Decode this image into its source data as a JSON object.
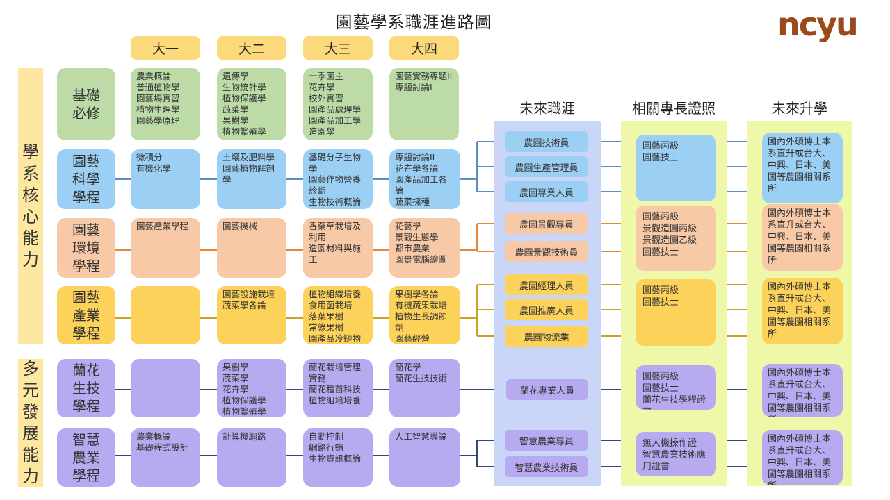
{
  "title": "園藝學系職涯進路圖",
  "logo": "ncyu",
  "years": [
    "大一",
    "大二",
    "大三",
    "大四"
  ],
  "headers": {
    "career": "未來職涯",
    "cert": "相關專長證照",
    "study": "未來升學"
  },
  "sidebar": {
    "core": "學系核心能力",
    "diverse": "多元發展能力"
  },
  "rows": [
    {
      "program": "基礎必修",
      "courses": [
        "農業概論\n普通植物學\n園藝場實習\n植物生理學\n園藝學原理",
        "遺傳學\n生物統計學\n植物保護學\n蔬菜學\n果樹學\n植物繁殖學",
        "一季園主\n花卉學\n校外實習\n園產品處理學\n園產品加工學\n造園學",
        "園藝實務專題II\n專題討論I"
      ]
    },
    {
      "program": "園藝科學學程",
      "courses": [
        "微積分\n有機化學",
        "土壤及肥料學\n園藝植物解剖學",
        "基礎分子生物學\n園藝作物營養診斷\n生物技術概論",
        "專題討論II\n花卉學各論\n園產品加工各論\n蔬菜採種"
      ],
      "careers": [
        "農園技術員",
        "農園生產管理員",
        "農園專業人員"
      ],
      "cert": "園藝丙級\n園藝技士",
      "study": "國內外碩博士本系直升或台大、中興、日本、美國等農園相關系所"
    },
    {
      "program": "園藝環境學程",
      "courses": [
        "園藝產業學程",
        "園藝機械",
        "香藥草栽培及利用\n造園材料與施工",
        "花藝學\n景觀生態學\n都市農業\n園景電腦繪圖"
      ],
      "careers": [
        "農園景觀專員",
        "農園景觀技術員"
      ],
      "cert": "園藝丙級\n景觀造園丙級\n景觀造園乙級\n園藝技士",
      "study": "國內外碩博士本系直升或台大、中興、日本、美國等農園相關系所"
    },
    {
      "program": "園藝產業學程",
      "courses": [
        "",
        "園藝設施栽培\n蔬菜學各論",
        "植物組織培養\n食用菌栽培\n落葉果樹\n常綠果樹\n園產品冷鏈物流概論",
        "果樹學各論\n有機蔬果栽培\n植物生長調節劑\n園藝經營"
      ],
      "careers": [
        "農園經理人員",
        "農園推廣人員",
        "農園物流業"
      ],
      "cert": "園藝丙級\n園藝技士",
      "study": "國內外碩博士本系直升或台大、中興、日本、美國等農園相關系所"
    },
    {
      "program": "蘭花生技學程",
      "courses": [
        "",
        "果樹學\n蔬菜學\n花卉學\n植物保護學\n植物繁殖學",
        "蘭花栽培管理實務\n蘭花種苗科技\n植物組培培養",
        "蘭花學\n蘭花生技技術"
      ],
      "careers": [
        "蘭花專業人員"
      ],
      "cert": "園藝丙級\n園藝技士\n蘭花生技學程證書",
      "study": "國內外碩博士本系直升或台大、中興、日本、美國等農園相關系所"
    },
    {
      "program": "智慧農業學程",
      "courses": [
        "農業概論\n基礎程式設計",
        "計算機網路",
        "自動控制\n網路行銷\n生物資訊概論",
        "人工智慧導論"
      ],
      "careers": [
        "智慧農業專員",
        "智慧農業技術員"
      ],
      "cert": "無人機操作證\n智慧農業技術應用證書",
      "study": "國內外碩博士本系直升或台大、中興、日本、美國等農園相關系所"
    }
  ],
  "colors": {
    "green": "#bcdba7",
    "blue": "#9ccff4",
    "peach": "#f8c9a7",
    "yellow": "#fdd25a",
    "purple": "#b7aaf0",
    "careerBand": "#c9d6f7",
    "certBand": "#eff8a8",
    "logo": "#9a4a1a"
  }
}
